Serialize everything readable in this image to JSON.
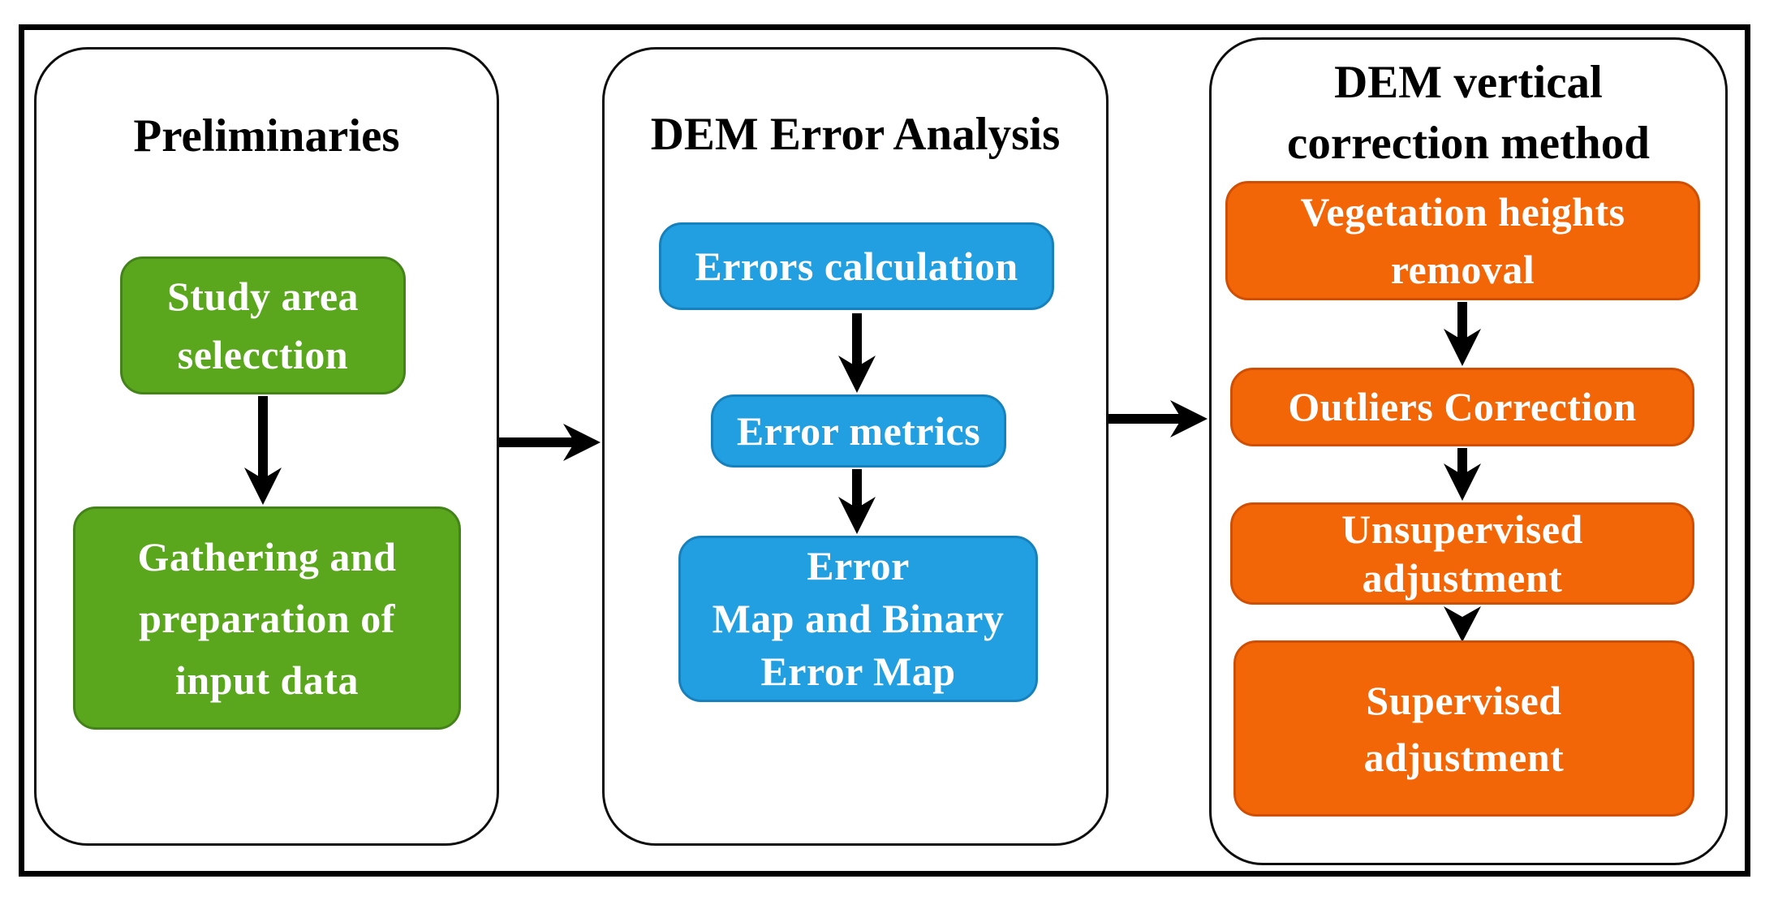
{
  "colors": {
    "box_green": "#5aa71e",
    "box_blue": "#219fe0",
    "box_orange": "#f26608",
    "box_text": "#ffffff",
    "title_text": "#000000",
    "borders_and_arrows": "#000000"
  },
  "panels": [
    {
      "title": "Preliminaries",
      "boxes": [
        {
          "lines": [
            "Study area",
            "selecction"
          ]
        },
        {
          "lines": [
            "Gathering and",
            "preparation of",
            "input data"
          ]
        }
      ]
    },
    {
      "title": "DEM Error Analysis",
      "boxes": [
        {
          "lines": [
            "Errors calculation"
          ]
        },
        {
          "lines": [
            "Error metrics"
          ]
        },
        {
          "lines": [
            "Error",
            "Map and Binary",
            "Error Map"
          ]
        }
      ]
    },
    {
      "title_lines": [
        "DEM vertical",
        "correction method"
      ],
      "boxes": [
        {
          "lines": [
            "Vegetation heights",
            "removal"
          ]
        },
        {
          "lines": [
            "Outliers Correction"
          ]
        },
        {
          "lines": [
            "Unsupervised",
            "adjustment"
          ]
        },
        {
          "lines": [
            "Supervised",
            "adjustment"
          ]
        }
      ]
    }
  ]
}
